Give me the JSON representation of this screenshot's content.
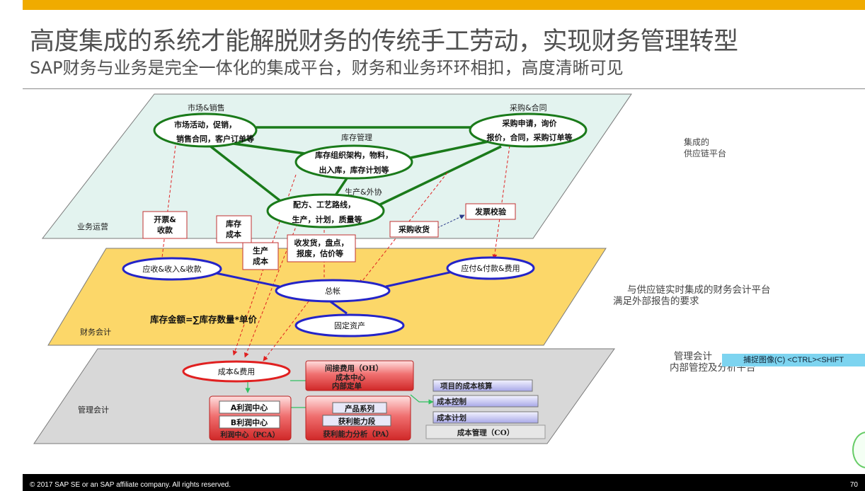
{
  "header": {
    "title": "高度集成的系统才能解脱财务的传统手工劳动，实现财务管理转型",
    "subtitle": "SAP财务与业务是完全一体化的集成平台，财务和业务环环相扣，高度清晰可见"
  },
  "layers": {
    "business": "业务运营",
    "finance": "财务会计",
    "management": "管理会计"
  },
  "business_nodes": {
    "marketing_head": "市场&销售",
    "marketing_l1": "市场活动，促销，",
    "marketing_l2": "销售合同，客户订单等",
    "procure_head": "采购&合同",
    "procure_l1": "采购申请，询价",
    "procure_l2": "报价，合同，采购订单等",
    "inventory_head": "库存管理",
    "inventory_l1": "库存组织架构，物料，",
    "inventory_l2": "出入库，库存计划等",
    "production_head": "生产&外协",
    "production_l1": "配方、工艺路线，",
    "production_l2": "生产，计划，质量等"
  },
  "link_labels": {
    "invoice_l1": "开票&",
    "invoice_l2": "收款",
    "inv_cost_l1": "库存",
    "inv_cost_l2": "成本",
    "prod_cost_l1": "生产",
    "prod_cost_l2": "成本",
    "stock_ops_l1": "收发货，盘点，",
    "stock_ops_l2": "报废，估价等",
    "purchase_receipt": "采购收货",
    "invoice_verify": "发票校验"
  },
  "finance_nodes": {
    "ar": "应收&收入&收款",
    "ap": "应付&付款&费用",
    "gl": "总帐",
    "fixed_assets": "固定资产",
    "formula": "库存金额=∑库存数量*单价"
  },
  "management_nodes": {
    "cost_expense": "成本&费用",
    "oh_l1": "间接费用（OH）",
    "oh_l2": "成本中心",
    "oh_l3": "内部定单",
    "profit_a": "A利润中心",
    "profit_b": "B利润中心",
    "pca": "利润中心（PCA）",
    "product_series": "产品系列",
    "profit_segment": "获利能力段",
    "pa": "获利能力分析（PA）",
    "project_cost": "项目的成本核算",
    "cost_control": "成本控制",
    "cost_plan": "成本计划",
    "co": "成本管理（CO）"
  },
  "side_notes": {
    "supply_l1": "集成的",
    "supply_l2": "供应链平台",
    "fin_l1": "与供应链实时集成的财务会计平台",
    "fin_l2": "满足外部报告的要求",
    "mgmt_l1": "管理会计",
    "mgmt_l2": "内部管控及分析平台"
  },
  "overlay": {
    "capture": "捕捉图像(C)   <CTRL><SHIFT"
  },
  "footer": {
    "copyright": "© 2017 SAP SE or an SAP affiliate company. All rights reserved.",
    "page": "70"
  },
  "colors": {
    "brand_bar": "#f0ab00",
    "business_plane": "#e3f3ef",
    "finance_plane": "#fcd769",
    "management_plane": "#d8d8d8",
    "green_link": "#1a7a1a",
    "blue_link": "#2424c8",
    "red_link": "#e02020",
    "red_box": "#e04848",
    "lavender_box": "#b8b8ee"
  }
}
